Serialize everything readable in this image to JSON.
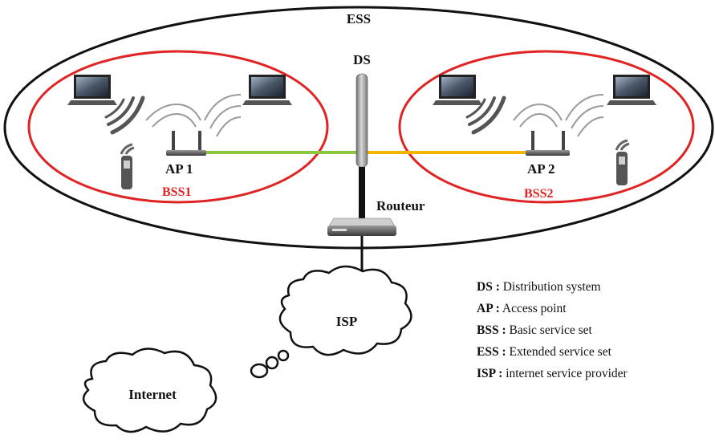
{
  "labels": {
    "ess": "ESS",
    "ds": "DS",
    "ap1": "AP 1",
    "ap2": "AP 2",
    "bss1": "BSS1",
    "bss2": "BSS2",
    "router": "Routeur",
    "isp": "ISP",
    "internet": "Internet"
  },
  "legend": [
    {
      "abbr": "DS :",
      "text": "Distribution system"
    },
    {
      "abbr": "AP :",
      "text": "Access point"
    },
    {
      "abbr": "BSS :",
      "text": "Basic service set"
    },
    {
      "abbr": "ESS :",
      "text": "Extended service set"
    },
    {
      "abbr": "ISP :",
      "text": "internet service provider"
    }
  ],
  "colors": {
    "ess_outline": "#111111",
    "bss_outline": "#e02424",
    "link_ap1": "#8cc63f",
    "link_ap2": "#f5b400",
    "label_red": "#e02424"
  },
  "icons": [
    "laptop-icon",
    "access-point-icon",
    "wifi-signal-icon",
    "phone-icon",
    "antenna-mast-icon",
    "router-icon",
    "cloud-icon"
  ]
}
